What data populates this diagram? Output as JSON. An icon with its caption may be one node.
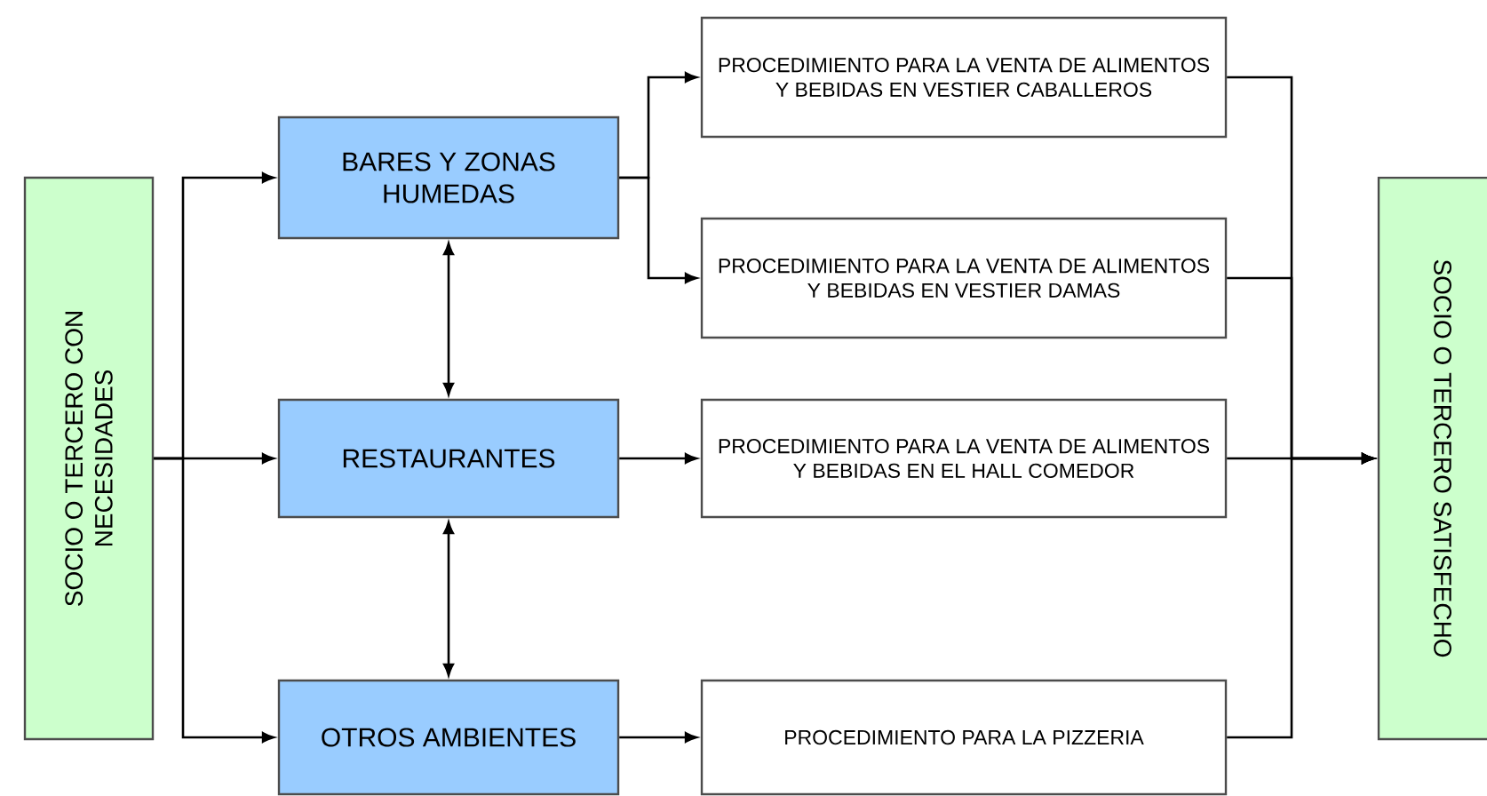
{
  "diagram": {
    "nodes": [
      {
        "text": [
          "SOCIO O TERCERO CON NECESIDADES"
        ]
      },
      {
        "text": [
          "BARES Y ZONAS HUMEDAS"
        ]
      },
      {
        "text": [
          "RESTAURANTES"
        ]
      },
      {
        "text": [
          "OTROS AMBIENTES"
        ]
      },
      {
        "text": [
          "PROCEDIMIENTO PARA LA VENTA DE ALIMENTOS Y BEBIDAS EN VESTIER CABALLEROS"
        ]
      },
      {
        "text": [
          "PROCEDIMIENTO PARA LA VENTA DE ALIMENTOS Y BEBIDAS EN VESTIER DAMAS"
        ]
      },
      {
        "text": [
          "PROCEDIMIENTO PARA LA VENTA DE ALIMENTOS Y BEBIDAS EN EL HALL COMEDOR"
        ]
      },
      {
        "text": [
          "PROCEDIMIENTO PARA LA PIZZERIA"
        ]
      },
      {
        "text": [
          "SOCIO O TERCERO SATISFECHO"
        ]
      }
    ],
    "edges": [
      {
        "from": 0,
        "to": 1,
        "arrow": "to"
      },
      {
        "from": 0,
        "to": 2,
        "arrow": "to"
      },
      {
        "from": 0,
        "to": 3,
        "arrow": "to"
      },
      {
        "from": 1,
        "to": 2,
        "arrow": "both"
      },
      {
        "from": 2,
        "to": 3,
        "arrow": "both"
      },
      {
        "from": 1,
        "to": 4,
        "arrow": "to"
      },
      {
        "from": 1,
        "to": 5,
        "arrow": "to"
      },
      {
        "from": 2,
        "to": 6,
        "arrow": "to"
      },
      {
        "from": 3,
        "to": 7,
        "arrow": "to"
      },
      {
        "from": 4,
        "to": 8,
        "arrow": "to"
      },
      {
        "from": 5,
        "to": 8,
        "arrow": "to"
      },
      {
        "from": 6,
        "to": 8,
        "arrow": "to"
      },
      {
        "from": 7,
        "to": 8,
        "arrow": "to"
      }
    ]
  }
}
